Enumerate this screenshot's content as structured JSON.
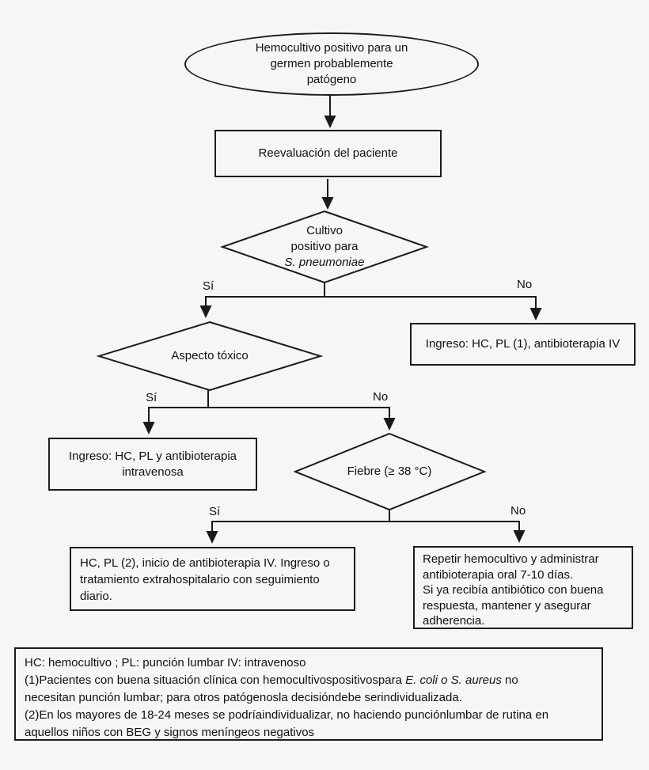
{
  "flow": {
    "start": {
      "line1": "Hemocultivo positivo para un",
      "line2": "germen probablemente",
      "line3": "patógeno"
    },
    "reeval": {
      "text": "Reevaluación del paciente"
    },
    "d1": {
      "line1": "Cultivo",
      "line2": "positivo para",
      "line3": "S. pneumoniae"
    },
    "branch1": {
      "yes": "Sí",
      "no": "No"
    },
    "ingreso1": {
      "text": "Ingreso: HC, PL (1), antibioterapia IV"
    },
    "d2": {
      "text": "Aspecto tóxico"
    },
    "branch2": {
      "yes": "Sí",
      "no": "No"
    },
    "ingreso2": {
      "line1": "Ingreso: HC, PL y antibioterapia",
      "line2": "intravenosa"
    },
    "d3": {
      "text": "Fiebre (≥ 38 °C)"
    },
    "branch3": {
      "yes": "Sí",
      "no": "No"
    },
    "hcpl2": {
      "line1": "HC, PL (2), inicio de antibioterapia IV. Ingreso o",
      "line2": "tratamiento extrahospitalario con seguimiento",
      "line3": "diario."
    },
    "repetir": {
      "line1": "Repetir hemocultivo y administrar",
      "line2": "antibioterapia oral 7-10 días.",
      "line3": "Si ya recibía antibiótico con buena",
      "line4": "respuesta, mantener y asegurar",
      "line5": "adherencia."
    },
    "footnote": {
      "line1": "HC: hemocultivo ; PL: punción lumbar IV: intravenoso",
      "line2_pre": "(1)Pacientes con buena situación clínica con hemocultivospositivospara ",
      "line2_italic": "E. coli o S. aureus",
      "line2_post": " no",
      "line3": "necesitan punción lumbar; para otros patógenosla decisióndebe serindividualizada.",
      "line4": "(2)En los mayores de 18-24 meses se podríaindividualizar, no haciendo punciónlumbar de rutina en",
      "line5": "aquellos niños con BEG y signos meníngeos negativos"
    },
    "colors": {
      "line": "#1a1a1a",
      "background": "#f6f6f4"
    }
  }
}
